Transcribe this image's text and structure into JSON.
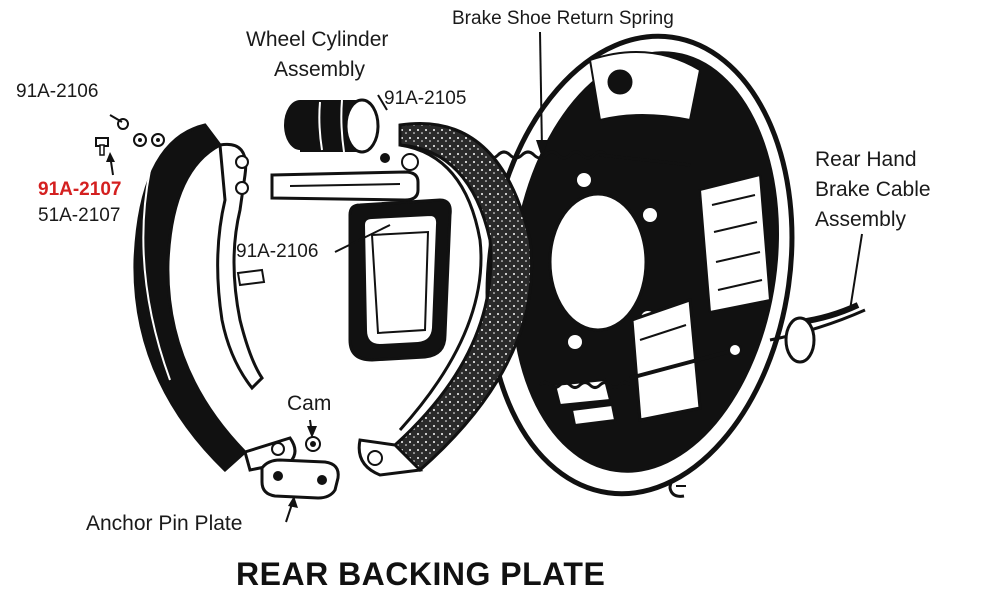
{
  "labels": {
    "wheel_cylinder_1": "Wheel Cylinder",
    "wheel_cylinder_2": "Assembly",
    "return_spring": "Brake Shoe Return Spring",
    "part_91a2106_top": "91A-2106",
    "part_91a2105": "91A-2105",
    "part_91a2107": "91A-2107",
    "part_51a2107": "51A-2107",
    "part_91a2106_mid": "91A-2106",
    "hand_brake_1": "Rear Hand",
    "hand_brake_2": "Brake Cable",
    "hand_brake_3": "Assembly",
    "cam": "Cam",
    "anchor_pin_plate": "Anchor Pin Plate"
  },
  "title": "REAR BACKING PLATE",
  "colors": {
    "ink": "#111111",
    "highlight": "#d42020",
    "lining": "#3a3a3a"
  }
}
